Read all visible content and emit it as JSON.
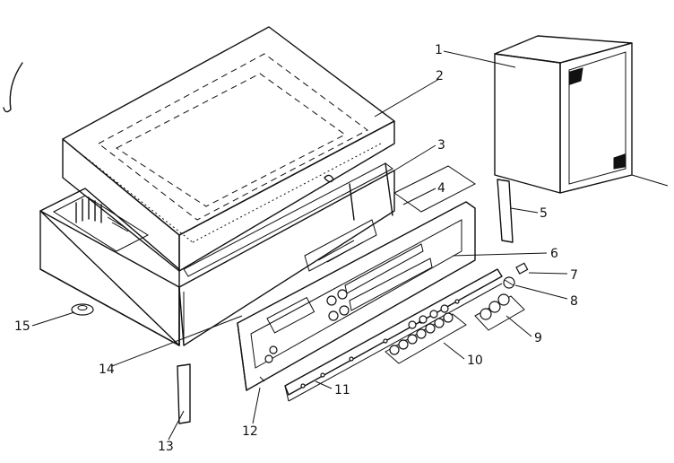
{
  "callouts": [
    {
      "id": "1",
      "text": "1"
    },
    {
      "id": "2",
      "text": "2"
    },
    {
      "id": "3",
      "text": "3"
    },
    {
      "id": "4",
      "text": "4"
    },
    {
      "id": "5",
      "text": "5"
    },
    {
      "id": "6",
      "text": "6"
    },
    {
      "id": "7",
      "text": "7"
    },
    {
      "id": "8",
      "text": "8"
    },
    {
      "id": "9",
      "text": "9"
    },
    {
      "id": "10",
      "text": "10"
    },
    {
      "id": "11",
      "text": "11"
    },
    {
      "id": "12",
      "text": "12"
    },
    {
      "id": "13",
      "text": "13"
    },
    {
      "id": "14",
      "text": "14"
    },
    {
      "id": "15",
      "text": "15"
    }
  ],
  "colors": {
    "ink": "#111111",
    "paper": "#ffffff"
  }
}
